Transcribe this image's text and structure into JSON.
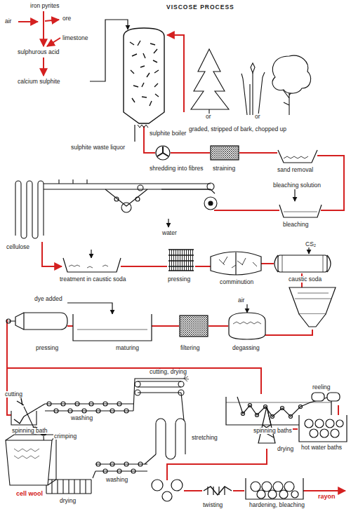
{
  "diagram": {
    "title": "VISCOSE PROCESS",
    "labels": [
      "iron pyrites",
      "air",
      "ore",
      "limestone",
      "sulphurous acid",
      "calcium sulphite",
      "or",
      "or",
      "graded, stripped of bark, chopped up",
      "sulphite boiler",
      "sulphite waste liquor",
      "shredding into fibres",
      "straining",
      "sand removal",
      "bleaching solution",
      "water",
      "bleaching",
      "cellulose",
      "CS₂",
      "treatment in caustic soda",
      "pressing",
      "comminution",
      "caustic soda",
      "dye added",
      "air",
      "pressing",
      "maturing",
      "filtering",
      "degassing",
      "cutting, drying",
      "reeling",
      "cutting",
      "spinning bath",
      "washing",
      "crimping",
      "spinning baths",
      "drying",
      "hot water baths",
      "stretching",
      "washing",
      "cell wool",
      "drying",
      "rayon",
      "twisting",
      "hardening, bleaching"
    ]
  }
}
